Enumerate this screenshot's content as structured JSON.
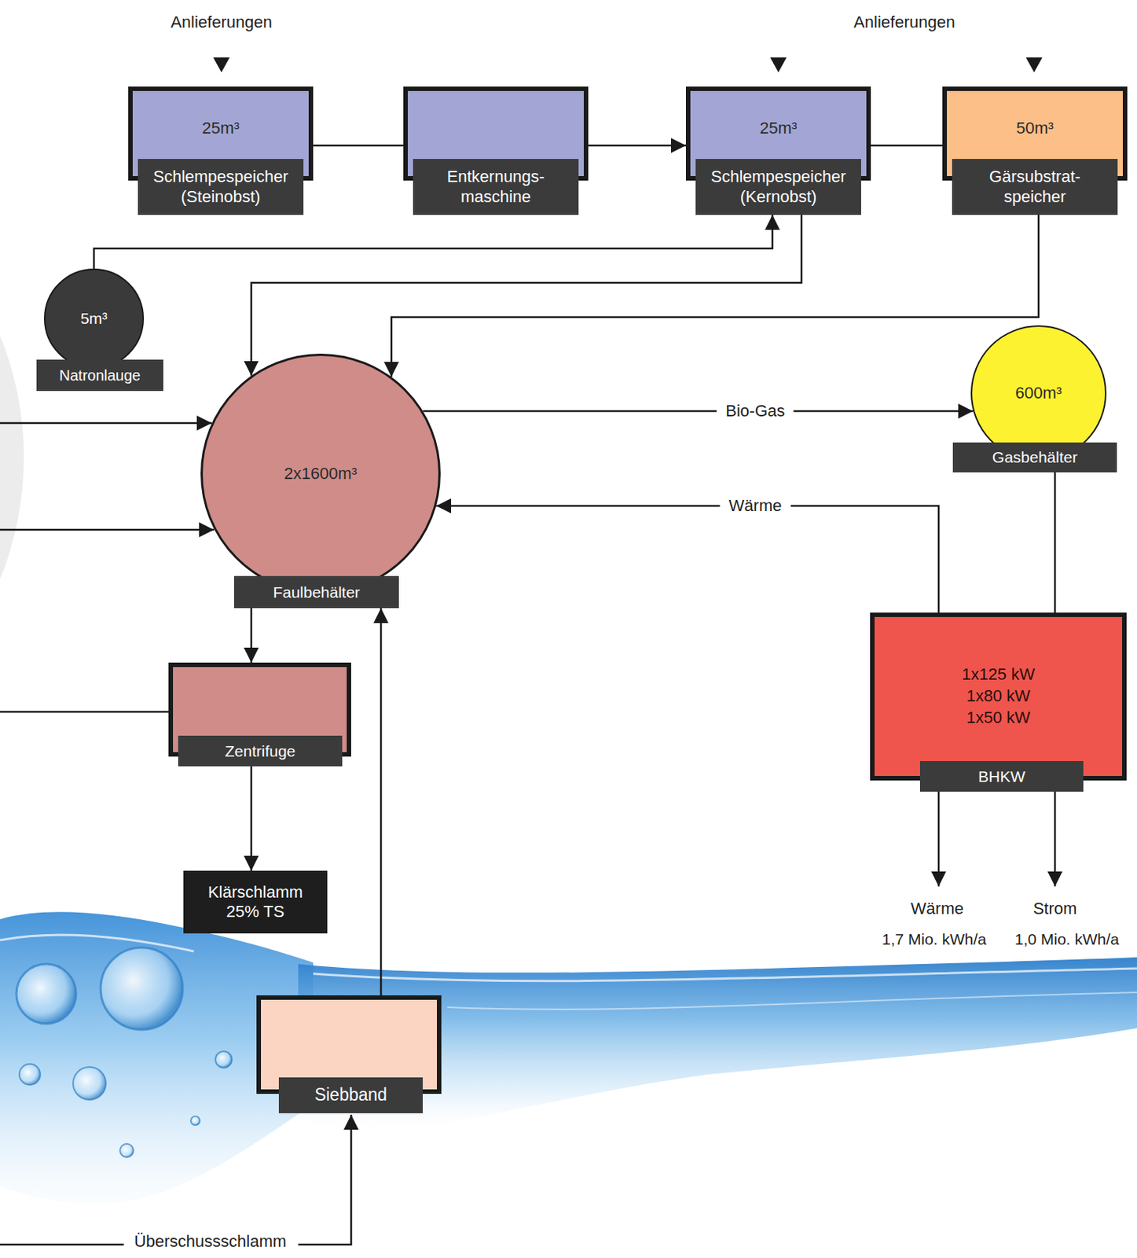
{
  "diagram": {
    "nodes": [
      {
        "text": [
          "25m³",
          "Schlempespeicher (Steinobst)"
        ]
      },
      {
        "text": [
          "Entkernungs- maschine"
        ]
      },
      {
        "text": [
          "25m³",
          "Schlempespeicher (Kernobst)"
        ]
      },
      {
        "text": [
          "50m³",
          "Gärsubstrat- speicher"
        ]
      },
      {
        "text": [
          "5m³",
          "Natronlauge"
        ]
      },
      {
        "text": [
          "2x1600m³",
          "Faulbehälter"
        ]
      },
      {
        "text": [
          "600m³",
          "Gasbehälter"
        ]
      },
      {
        "text": [
          "Zentrifuge"
        ]
      },
      {
        "text": [
          "1x125 kW",
          "1x80 kW",
          "1x50 kW",
          "BHKW"
        ]
      },
      {
        "text": [
          "Klärschlamm 25% TS"
        ]
      },
      {
        "text": [
          "Siebband"
        ]
      }
    ],
    "edges": [
      {
        "from": 0,
        "to": 1,
        "arrow": "none"
      },
      {
        "from": 1,
        "to": 2,
        "arrow": "to"
      },
      {
        "from": 2,
        "to": 3,
        "arrow": "none"
      },
      {
        "from": 4,
        "to": 2,
        "arrow": "to"
      },
      {
        "from": 2,
        "to": 5,
        "arrow": "to"
      },
      {
        "from": 3,
        "to": 5,
        "arrow": "to"
      },
      {
        "from": 5,
        "to": 6,
        "label": "Bio-Gas",
        "arrow": "to"
      },
      {
        "from": 8,
        "to": 5,
        "label": "Wärme",
        "arrow": "to"
      },
      {
        "from": 6,
        "to": 8,
        "arrow": "none"
      },
      {
        "from": 5,
        "to": 7,
        "arrow": "to"
      },
      {
        "from": 7,
        "to": 9,
        "arrow": "to"
      },
      {
        "from": 10,
        "to": 5,
        "arrow": "to"
      }
    ],
    "labels": [
      "Anlieferungen",
      "Anlieferungen",
      "Wärme",
      "1,7 Mio. kWh/a",
      "Strom",
      "1,0 Mio. kWh/a",
      "Überschussschlamm"
    ]
  }
}
